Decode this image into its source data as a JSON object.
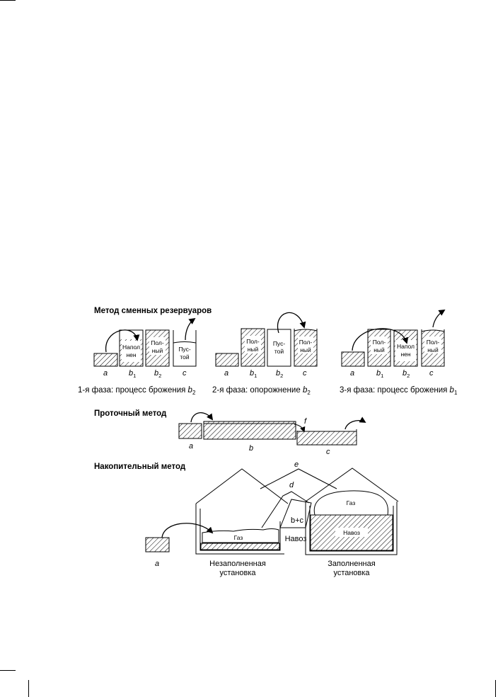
{
  "sections": {
    "replaceable": {
      "title": "Метод сменных резервуаров",
      "phases": [
        {
          "caption": "1-я фаза: процесс брожения",
          "caption_var": "b",
          "caption_sub": "2",
          "boxes": [
            {
              "letter": "a",
              "sub": "",
              "line1": "",
              "line2": ""
            },
            {
              "letter": "b",
              "sub": "1",
              "line1": "Напол",
              "line2": "нен"
            },
            {
              "letter": "b",
              "sub": "2",
              "line1": "Пол-",
              "line2": "ный"
            },
            {
              "letter": "c",
              "sub": "",
              "line1": "Пус-",
              "line2": "той"
            }
          ]
        },
        {
          "caption": "2-я фаза: опорожнение",
          "caption_var": "b",
          "caption_sub": "2",
          "boxes": [
            {
              "letter": "a",
              "sub": "",
              "line1": "",
              "line2": ""
            },
            {
              "letter": "b",
              "sub": "1",
              "line1": "Пол-",
              "line2": "ный"
            },
            {
              "letter": "b",
              "sub": "2",
              "line1": "Пус-",
              "line2": "той"
            },
            {
              "letter": "c",
              "sub": "",
              "line1": "Пол-",
              "line2": "ный"
            }
          ]
        },
        {
          "caption": "3-я фаза: процесс брожения",
          "caption_var": "b",
          "caption_sub": "1",
          "boxes": [
            {
              "letter": "a",
              "sub": "",
              "line1": "",
              "line2": ""
            },
            {
              "letter": "b",
              "sub": "1",
              "line1": "Пол-",
              "line2": "ный"
            },
            {
              "letter": "b",
              "sub": "2",
              "line1": "Напол",
              "line2": "нен"
            },
            {
              "letter": "c",
              "sub": "",
              "line1": "Пол-",
              "line2": "ный"
            }
          ]
        }
      ]
    },
    "flow": {
      "title": "Проточный метод",
      "label_a": "a",
      "label_b": "b",
      "label_c": "c",
      "label_f": "f"
    },
    "storage": {
      "title": "Накопительный метод",
      "label_a": "a",
      "label_e": "e",
      "label_d": "d",
      "label_bc": "b+c",
      "navoz_label": "Навоз",
      "gas_left": "Газ",
      "gas_right": "Газ",
      "navoz_right": "Навоз",
      "left_caption_1": "Незаполненная",
      "left_caption_2": "установка",
      "right_caption_1": "Заполненная",
      "right_caption_2": "установка"
    }
  }
}
